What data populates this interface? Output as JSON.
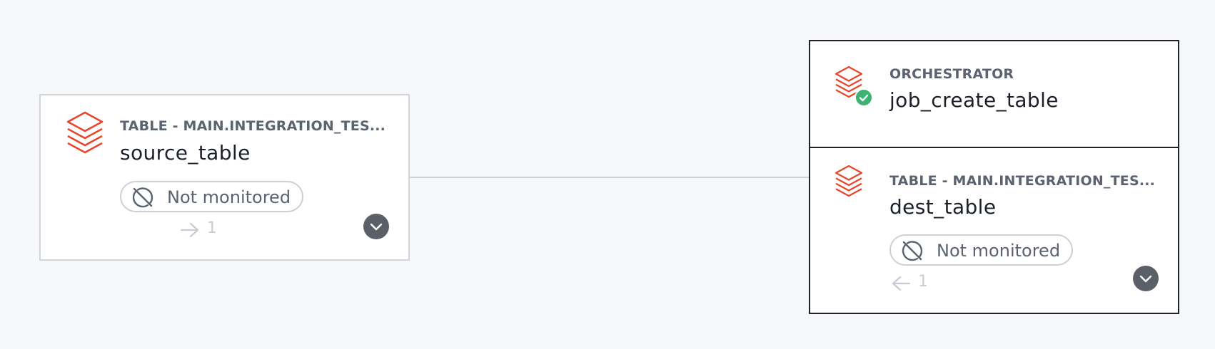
{
  "colors": {
    "background": "#f7f8fa",
    "brand_icon": "#e8452c",
    "success": "#3cb371",
    "edge": "#ced2d8"
  },
  "source_node": {
    "icon": "databricks-layers-icon",
    "type_label": "TABLE - MAIN.INTEGRATION_TES...",
    "name": "source_table",
    "monitor_badge": {
      "icon": "not-monitored-icon",
      "label": "Not monitored"
    },
    "downstream": {
      "icon": "arrow-right-icon",
      "count": "1"
    },
    "expand_icon": "chevron-down-icon"
  },
  "orchestrator": {
    "icon": "databricks-layers-icon",
    "status_icon": "check-circle-icon",
    "type_label": "ORCHESTRATOR",
    "name": "job_create_table"
  },
  "dest_node": {
    "icon": "databricks-layers-icon",
    "type_label": "TABLE - MAIN.INTEGRATION_TES...",
    "name": "dest_table",
    "monitor_badge": {
      "icon": "not-monitored-icon",
      "label": "Not monitored"
    },
    "upstream": {
      "icon": "arrow-left-icon",
      "count": "1"
    },
    "expand_icon": "chevron-down-icon"
  }
}
